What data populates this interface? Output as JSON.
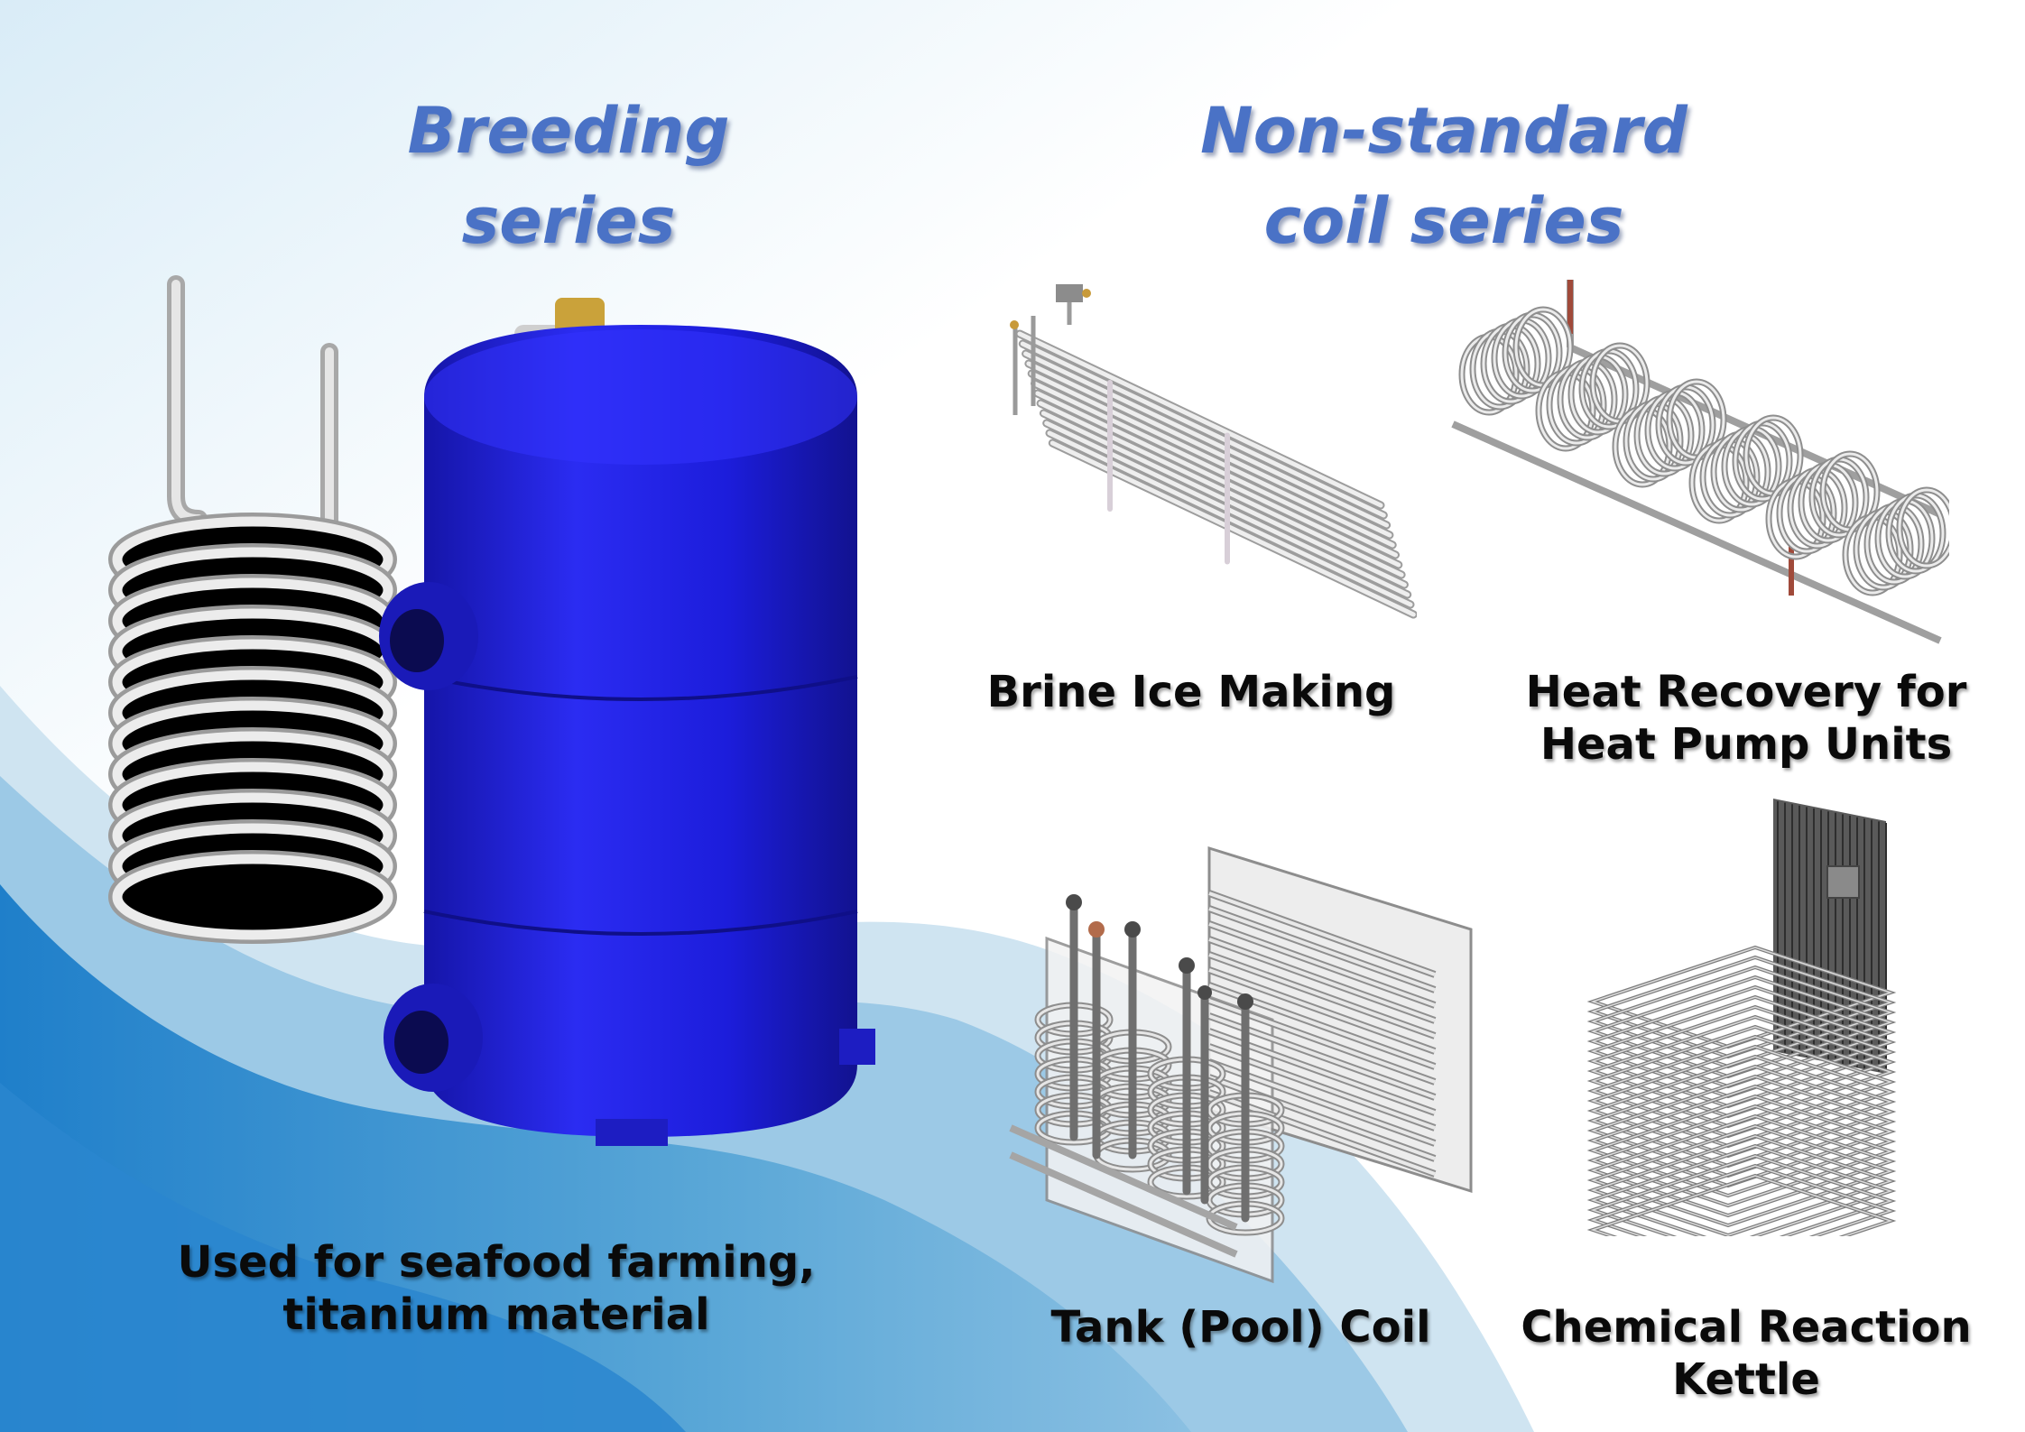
{
  "titles": {
    "breeding": "Breeding series",
    "nonstandard_line1": "Non-standard",
    "nonstandard_line2": "coil series"
  },
  "captions": {
    "breeding_line1": "Used for seafood farming,",
    "breeding_line2": "titanium material",
    "brine": "Brine Ice Making",
    "heat_line1": "Heat Recovery for",
    "heat_line2": "Heat Pump Units",
    "tank": "Tank (Pool) Coil",
    "chem_line1": "Chemical Reaction",
    "chem_line2": "Kettle"
  },
  "colors": {
    "title": "#4a72c6",
    "tank_blue": "#1e1fd6",
    "wave_dark": "#2a7fc6",
    "wave_light": "#b9d9ec",
    "metal": "#c9c9c9"
  }
}
